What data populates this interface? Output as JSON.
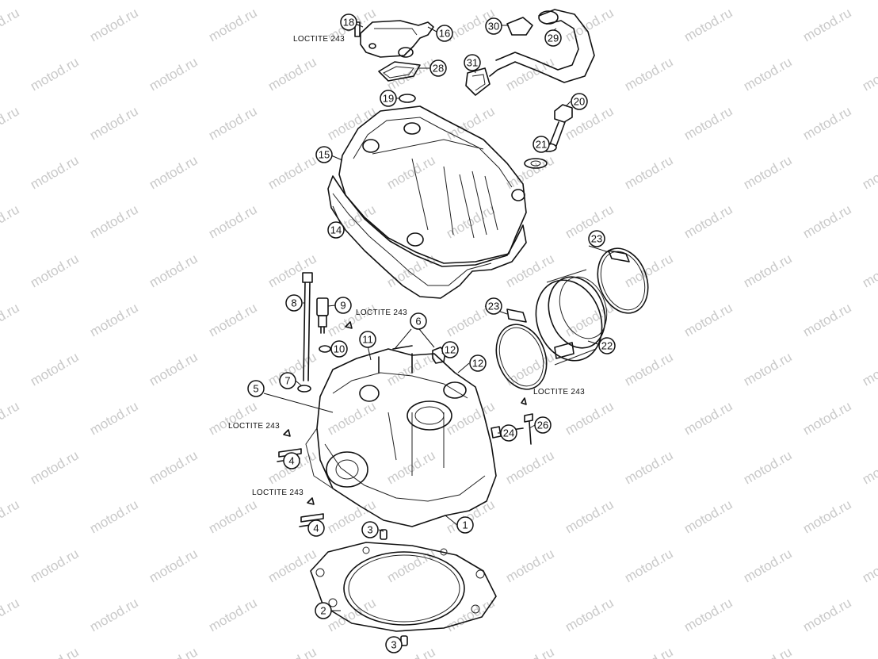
{
  "watermark": "motod.ru",
  "notes": [
    "LOCTITE 243",
    "LOCTITE 243",
    "LOCTITE 243",
    "LOCTITE 243",
    "LOCTITE 243"
  ],
  "callouts": [
    "18",
    "16",
    "30",
    "29",
    "28",
    "31",
    "19",
    "20",
    "15",
    "21",
    "14",
    "23",
    "8",
    "9",
    "6",
    "11",
    "12",
    "12",
    "10",
    "7",
    "23",
    "22",
    "5",
    "26",
    "24",
    "4",
    "4",
    "3",
    "1",
    "2",
    "3"
  ]
}
